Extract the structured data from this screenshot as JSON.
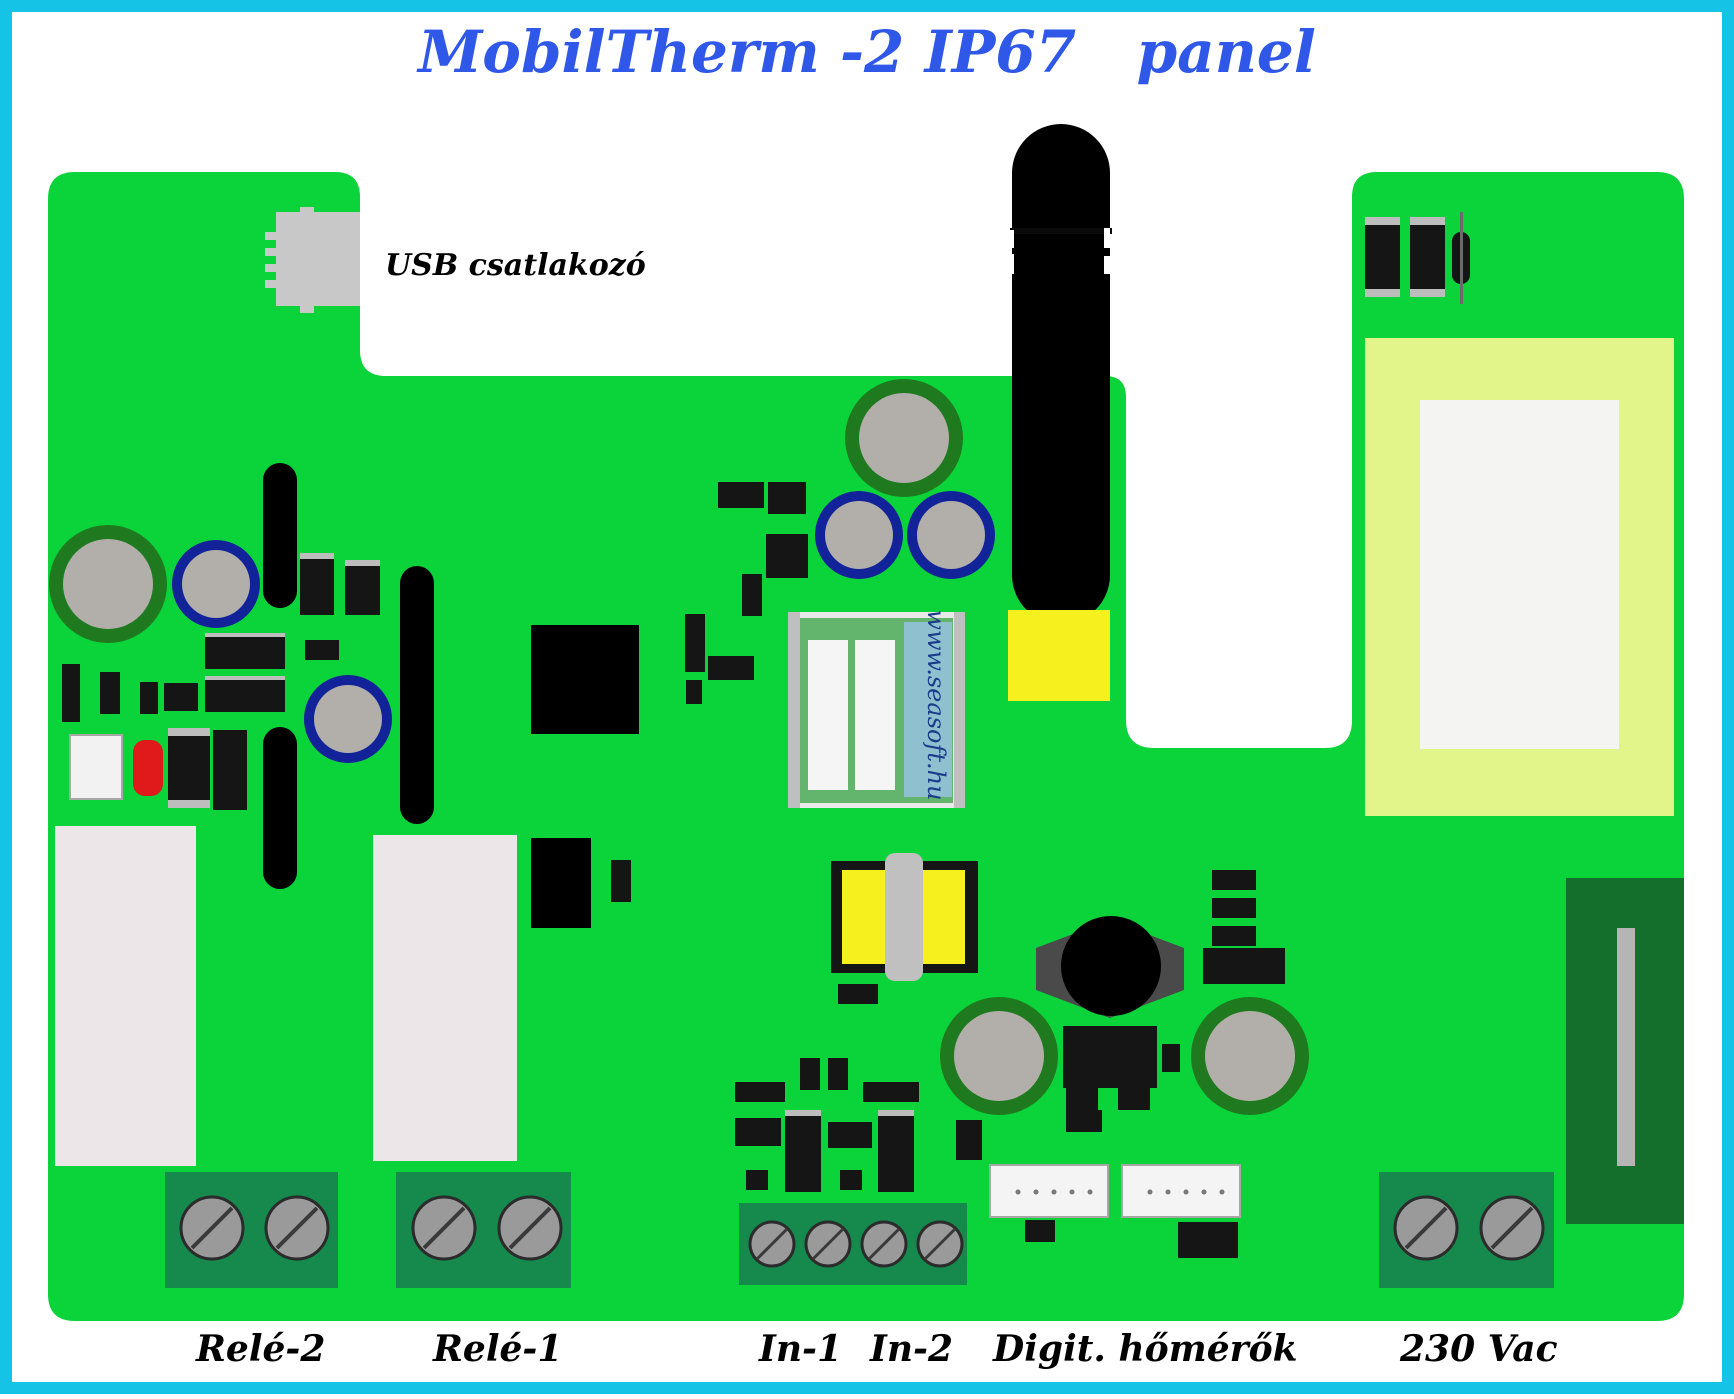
{
  "title": "MobilTherm -2 IP67   panel",
  "labels": {
    "usb": "USB csatlakozó",
    "rele2": "Relé-2",
    "rele1": "Relé-1",
    "in1": "In-1",
    "in2": "In-2",
    "digit": "Digit. hőmérők",
    "vac": "230 Vac"
  },
  "module_text": "www.seasoft.hu",
  "colors": {
    "frame": "#15c3e6",
    "board": "#0bd33a",
    "title": "#2f57e8",
    "terminal": "#158a4c",
    "antenna_tip": "#f5f01e",
    "transformer": "#e2f58a"
  }
}
